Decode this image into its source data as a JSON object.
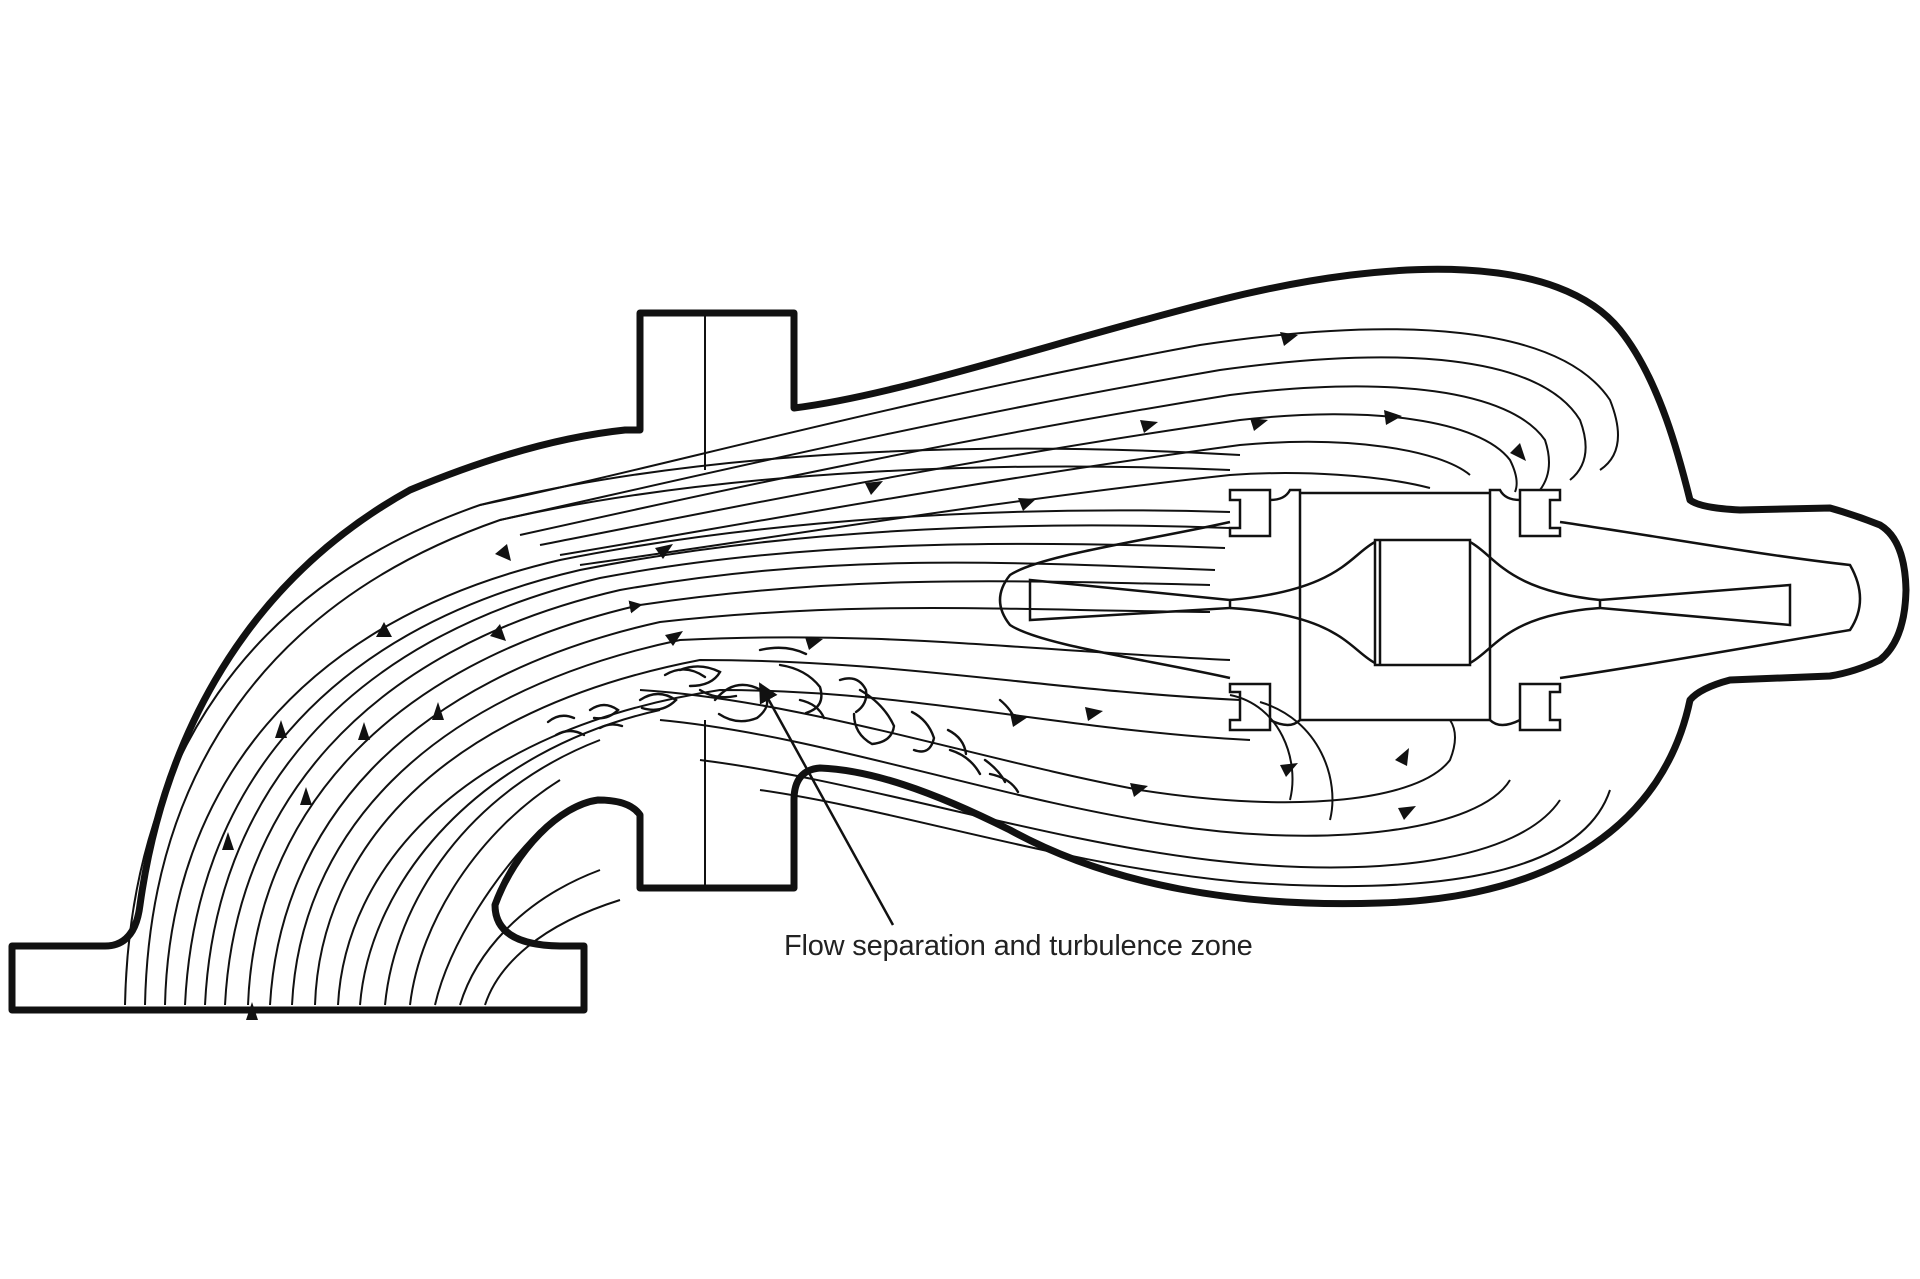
{
  "diagram": {
    "annotation": "Flow separation and turbulence zone",
    "colors": {
      "ink": "#111111",
      "background": "#ffffff"
    },
    "elements": [
      "suction-elbow-casing",
      "inlet-flange",
      "pipe-joint-flange",
      "pump-volute",
      "impeller",
      "flow-streamlines",
      "turbulence-eddies",
      "annotation-leader-arrow"
    ]
  }
}
